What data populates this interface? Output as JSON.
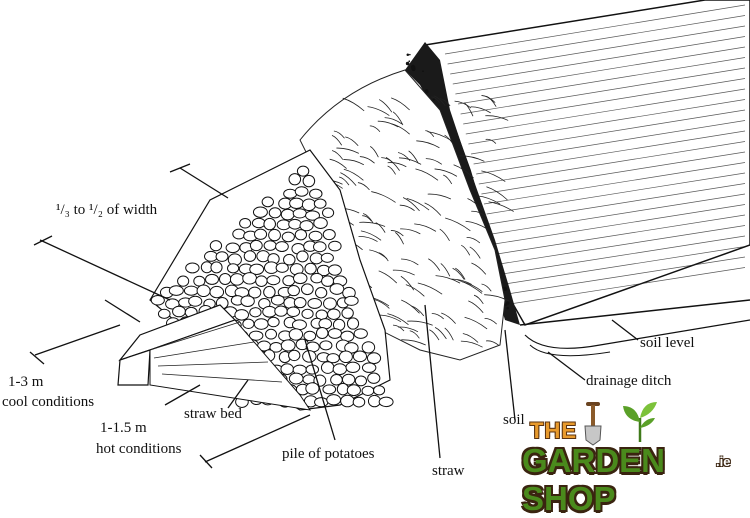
{
  "labels": {
    "width_fraction": "¹/₃ to ¹/₂ of width",
    "cool_size": "1-3  m",
    "cool_conditions": "cool conditions",
    "hot_size": "1-1.5 m",
    "hot_conditions": "hot conditions",
    "straw_bed": "straw bed",
    "pile_of_potatoes": "pile of potatoes",
    "straw": "straw",
    "soil": "soil",
    "soil_level": "soil level",
    "drainage_ditch": "drainage ditch"
  },
  "logo": {
    "the": "THE",
    "name": "GARDEN SHOP",
    "tld": ".ie",
    "colors": {
      "orange": "#e89a2c",
      "green": "#4a8a1c",
      "brown": "#3a2410"
    },
    "icons": [
      "spade-icon",
      "seedling-icon"
    ]
  }
}
